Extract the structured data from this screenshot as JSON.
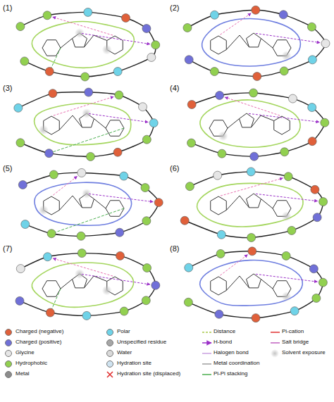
{
  "diagram": {
    "labels": [
      "(1)",
      "(2)",
      "(3)",
      "(4)",
      "(5)",
      "(6)",
      "(7)",
      "(8)"
    ],
    "legend": [
      {
        "text": "Charged (negative)",
        "color": "#e0603a"
      },
      {
        "text": "Charged (positive)",
        "color": "#7070d8"
      },
      {
        "text": "Glycine",
        "color": "#e6e6e6"
      },
      {
        "text": "Hydrophobic",
        "color": "#92d050"
      },
      {
        "text": "Metal",
        "color": "#8c8c8c"
      },
      {
        "text": "Polar",
        "color": "#6fd3e8"
      },
      {
        "text": "Unspecified residue",
        "color": "#a6a6a6"
      },
      {
        "text": "Water",
        "color": "#d9d9d9"
      },
      {
        "text": "Hydration site",
        "color": "#cfe3f0"
      },
      {
        "text": "Hydration site (displaced)"
      },
      {
        "text": "Distance"
      },
      {
        "text": "H-bond"
      },
      {
        "text": "Halogen bond"
      },
      {
        "text": "Metal coordination"
      },
      {
        "text": "Pi-Pi stacking"
      },
      {
        "text": "Pi-cation"
      },
      {
        "text": "Salt bridge"
      },
      {
        "text": "Solvent exposure"
      }
    ]
  }
}
